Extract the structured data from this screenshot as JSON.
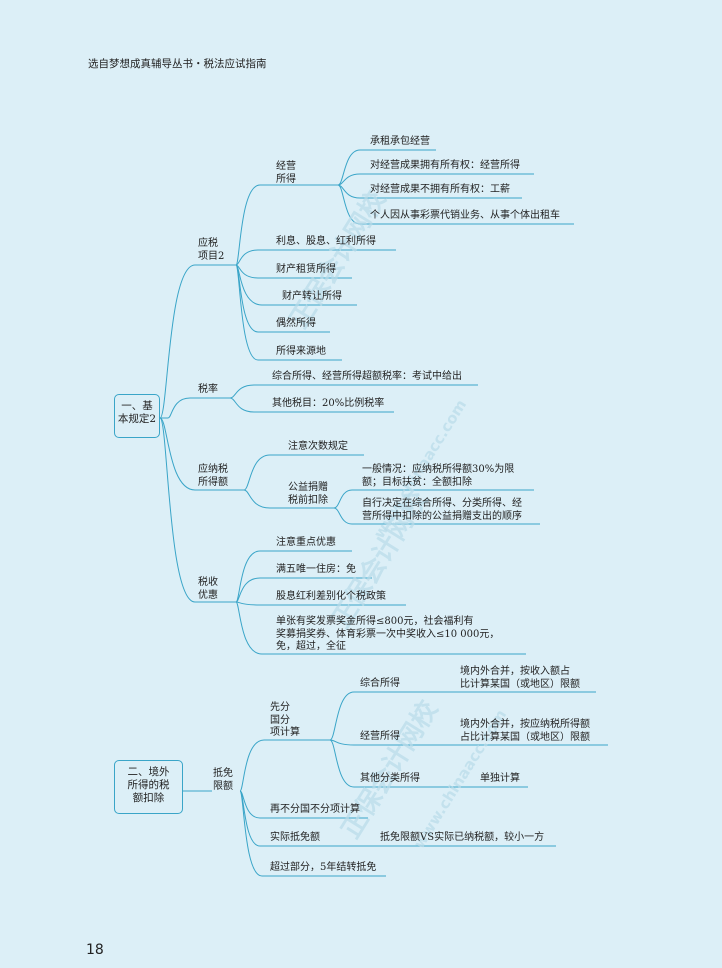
{
  "header": "选自梦想成真辅导丛书・税法应试指南",
  "page_number": "18",
  "watermark": {
    "cn": "正保会计网校",
    "url": "www.chinaacc.com"
  },
  "root1": {
    "label": [
      "一、基",
      "本规定2"
    ],
    "taxable_items": {
      "label": [
        "应税",
        "项目2"
      ],
      "business_income": {
        "label": [
          "经营",
          "所得"
        ],
        "items": [
          "承租承包经营",
          "对经营成果拥有所有权：经营所得",
          "对经营成果不拥有所有权：工薪",
          "个人因从事彩票代销业务、从事个体出租车"
        ]
      },
      "others": [
        "利息、股息、红利所得",
        "财产租赁所得",
        "财产转让所得",
        "偶然所得",
        "所得来源地"
      ]
    },
    "tax_rate": {
      "label": "税率",
      "items": [
        "综合所得、经营所得超额税率：考试中给出",
        "其他税目：20%比例税率"
      ]
    },
    "taxable_amount": {
      "label": [
        "应纳税",
        "所得额"
      ],
      "times": "注意次数规定",
      "donation": {
        "label": [
          "公益捐赠",
          "税前扣除"
        ],
        "general": [
          "一般情况：应纳税所得额30%为限",
          "额；目标扶贫：全额扣除"
        ],
        "self": [
          "自行决定在综合所得、分类所得、经",
          "营所得中扣除的公益捐赠支出的顺序"
        ]
      }
    },
    "preferences": {
      "label": [
        "税收",
        "优惠"
      ],
      "items": [
        "注意重点优惠",
        "满五唯一住房：免",
        "股息红利差别化个税政策"
      ],
      "lottery": [
        "单张有奖发票奖金所得≤800元，社会福利有",
        "奖募捐奖券、体育彩票一次中奖收入≤10 000元，",
        "免，超过，全征"
      ]
    }
  },
  "root2": {
    "label": [
      "二、境外",
      "所得的税",
      "额扣除"
    ],
    "credit": {
      "label": [
        "抵免",
        "限额"
      ],
      "split": {
        "label": [
          "先分",
          "国分",
          "项计算"
        ],
        "comprehensive": {
          "label": "综合所得",
          "desc": [
            "境内外合并，按收入额占",
            "比计算某国（或地区）限额"
          ]
        },
        "business": {
          "label": "经营所得",
          "desc": [
            "境内外合并，按应纳税所得额",
            "占比计算某国（或地区）限额"
          ]
        },
        "other": {
          "label": "其他分类所得",
          "desc": "单独计算"
        }
      },
      "items": [
        "再不分国不分项计算"
      ],
      "actual": {
        "label": "实际抵免额",
        "desc": "抵免限额VS实际已纳税额，较小一方"
      },
      "excess": "超过部分，5年结转抵免"
    }
  },
  "colors": {
    "line": "#3aa5c8",
    "background": "#dceff7",
    "text": "#222222"
  }
}
